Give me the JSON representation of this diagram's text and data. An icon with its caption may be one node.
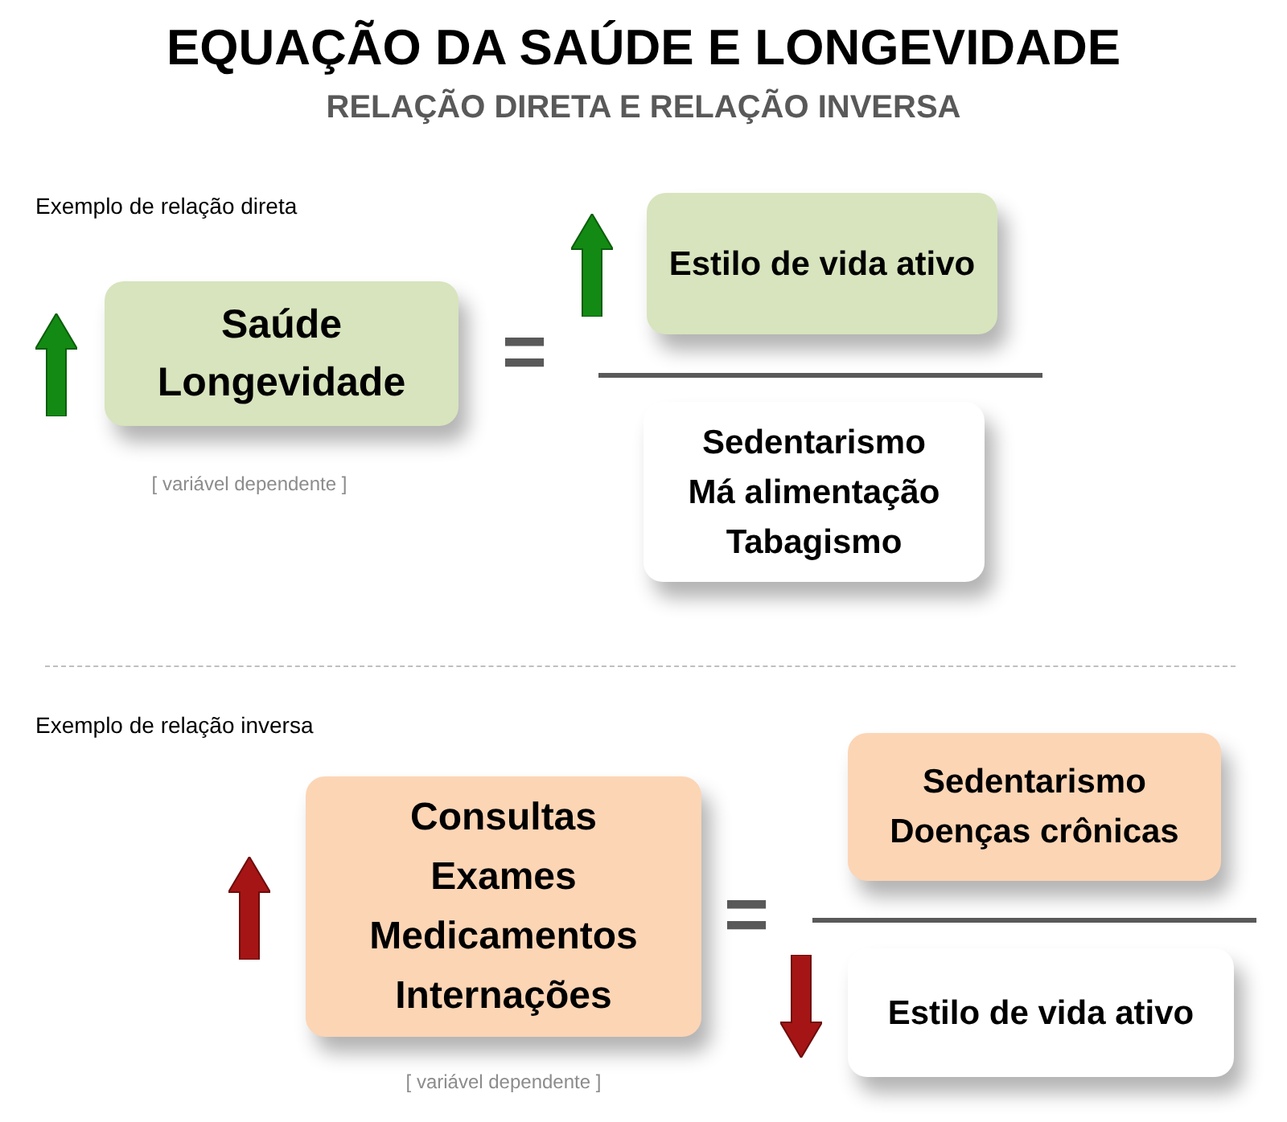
{
  "diagram": {
    "title": "EQUAÇÃO DA SAÚDE E LONGEVIDADE",
    "caption": "RELAÇÃO DIRETA E RELAÇÃO INVERSA",
    "nodes": [
      {
        "text": [
          "Saúde",
          "Longevidade"
        ],
        "beside": [
          "[ variável dependente ]"
        ]
      },
      {
        "text": [
          "Estilo de vida ativo"
        ]
      },
      {
        "text": [
          "Sedentarismo",
          "Má alimentação",
          "Tabagismo"
        ]
      },
      {
        "text": [
          "Consultas",
          "Exames",
          "Medicamentos",
          "Internações"
        ],
        "beside": [
          "[ variável dependente ]"
        ]
      },
      {
        "text": [
          "Sedentarismo",
          "Doenças crônicas"
        ]
      },
      {
        "text": [
          "Estilo de vida ativo"
        ]
      }
    ],
    "edges": [],
    "labels": [
      "Exemplo de relação direta",
      "=",
      "Exemplo de relação inversa",
      "="
    ]
  }
}
